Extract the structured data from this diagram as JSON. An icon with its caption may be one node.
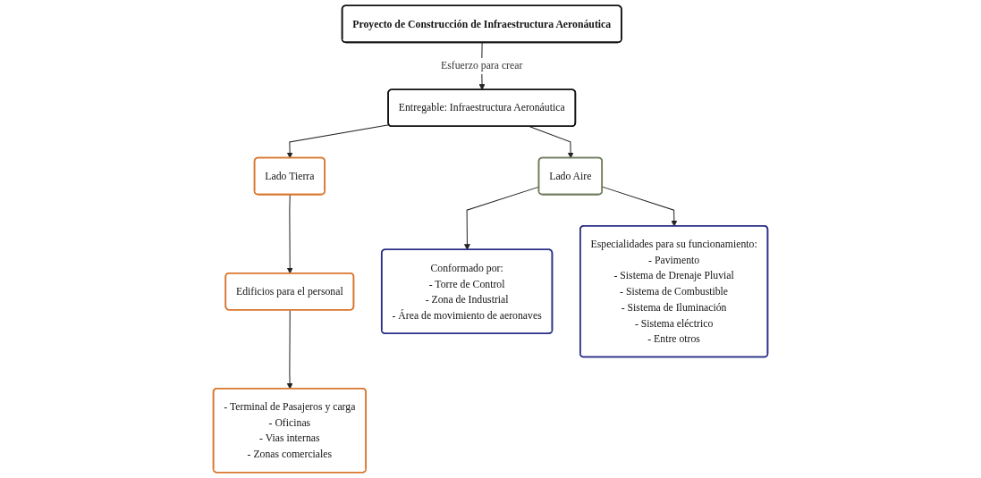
{
  "diagram": {
    "nodes": [
      {
        "text": [
          "Proyecto de Construcción de Infraestructura Aeronáutica"
        ]
      },
      {
        "text": [
          "Entregable: Infraestructura Aeronáutica"
        ]
      },
      {
        "text": [
          "Lado Tierra"
        ]
      },
      {
        "text": [
          "Lado Aire"
        ]
      },
      {
        "text": [
          "Conformado por:",
          "- Torre de Control",
          "- Zona de Industrial",
          "- Área de movimiento de aeronaves"
        ]
      },
      {
        "text": [
          "Edificios para el personal"
        ]
      },
      {
        "text": [
          "- Terminal de Pasajeros y carga",
          "- Oficinas",
          "- Vias internas",
          "- Zonas comerciales"
        ]
      },
      {
        "text": [
          "Especialidades para su funcionamiento:",
          "- Pavimento",
          "- Sistema de Drenaje Pluvial",
          "- Sistema de Combustible",
          "- Sistema de Iluminación",
          "- Sistema eléctrico",
          "- Entre otros"
        ]
      }
    ],
    "edges": [
      {
        "from": 0,
        "to": 1,
        "arrow": "to",
        "label": "Esfuerzo para crear"
      },
      {
        "from": 1,
        "to": 2,
        "arrow": "to"
      },
      {
        "from": 1,
        "to": 3,
        "arrow": "to"
      },
      {
        "from": 3,
        "to": 4,
        "arrow": "to"
      },
      {
        "from": 2,
        "to": 5,
        "arrow": "to"
      },
      {
        "from": 5,
        "to": 6,
        "arrow": "to"
      },
      {
        "from": 3,
        "to": 7,
        "arrow": "to"
      }
    ]
  }
}
